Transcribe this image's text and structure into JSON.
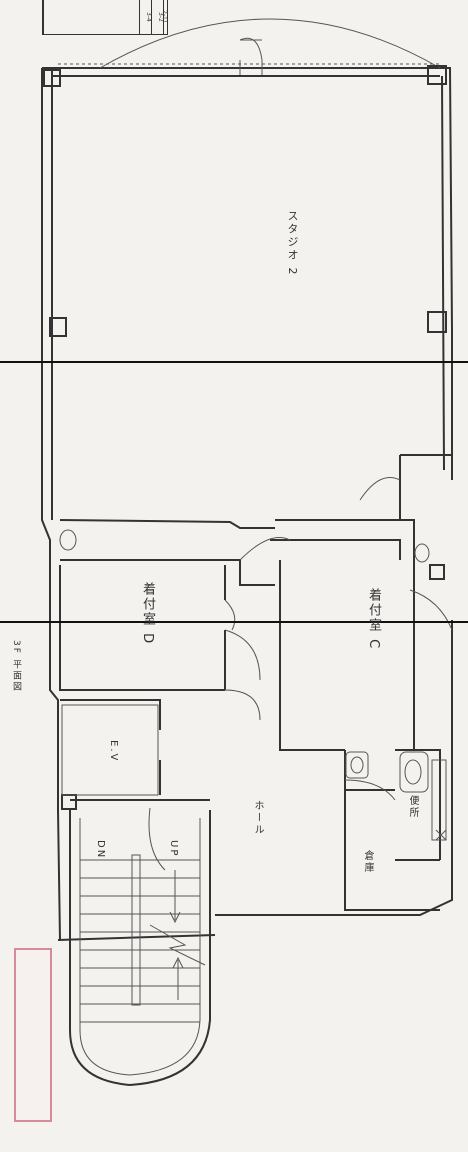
{
  "drawing": {
    "floor_label": "3F 平面図",
    "rooms": {
      "studio": "スタジオ 2",
      "room_d": "着付室 D",
      "room_c": "着付室 C",
      "elevator": "E.V",
      "hall": "ホール",
      "restroom": "便所",
      "storage": "倉庫"
    },
    "stairs": {
      "down": "DN",
      "up": "UP"
    },
    "legend_cells": [
      "2-11",
      "3-2",
      "3-4",
      ""
    ],
    "stamp_lines": [
      "",
      "",
      ""
    ]
  },
  "colors": {
    "line": "#333333",
    "stamp": "#d98a98",
    "fold": "#111111"
  }
}
